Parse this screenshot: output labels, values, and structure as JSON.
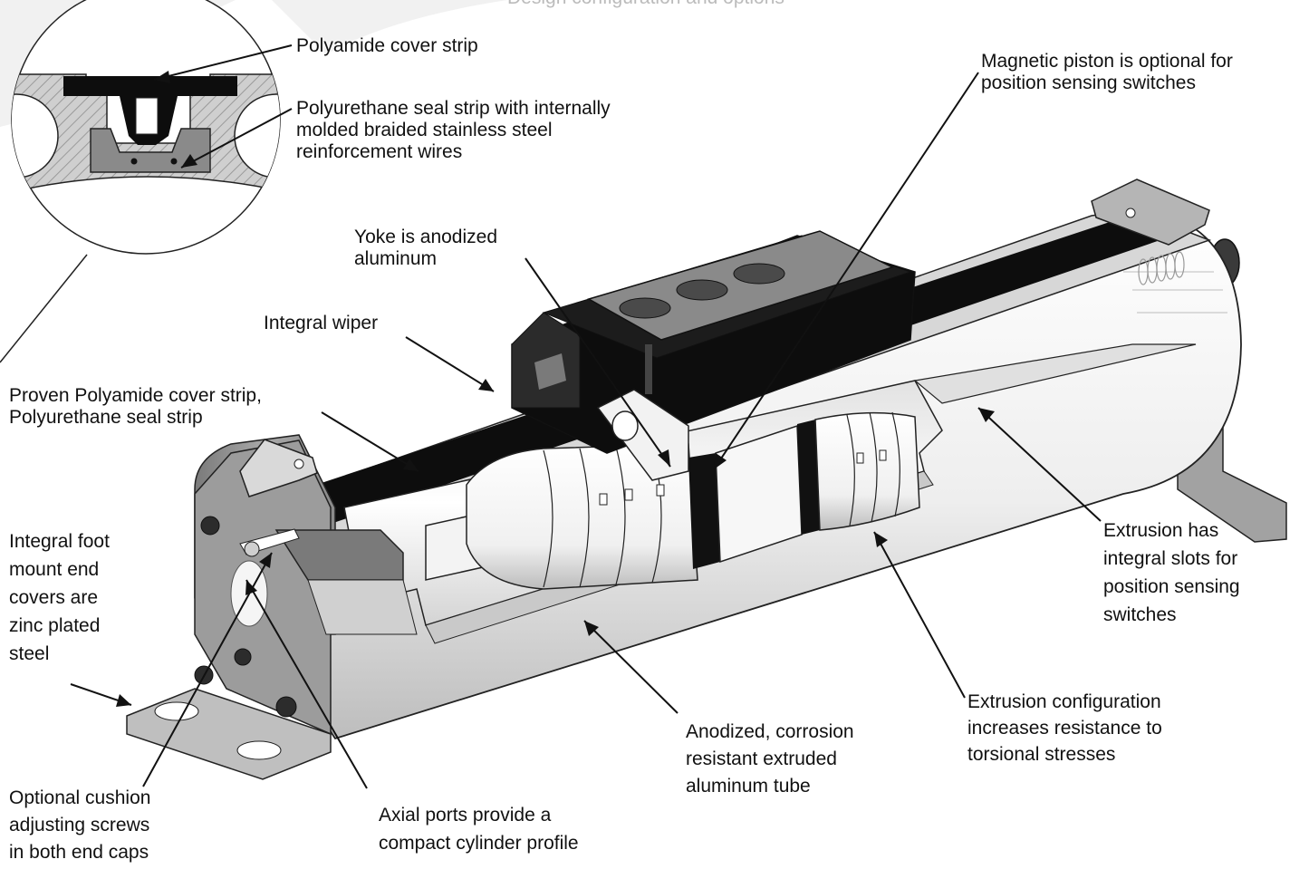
{
  "top_caption": "Design configuration and options",
  "detail_inset": {
    "cover_strip_label": "Polyamide cover strip",
    "seal_strip_label": [
      "Polyurethane seal strip with internally",
      "molded braided stainless steel",
      "reinforcement wires"
    ]
  },
  "callouts": {
    "magnetic_piston": [
      "Magnetic piston is optional for",
      "position sensing switches"
    ],
    "yoke": [
      "Yoke is anodized",
      "aluminum"
    ],
    "integral_wiper": [
      "Integral wiper"
    ],
    "proven_cover_strip": [
      "Proven Polyamide cover strip,",
      "Polyurethane seal strip"
    ],
    "foot_mount": [
      "Integral foot",
      "mount end",
      "covers are",
      "zinc plated",
      "steel"
    ],
    "extrusion_slots": [
      "Extrusion has",
      "integral slots for",
      "position sensing",
      "switches"
    ],
    "extrusion_config": [
      "Extrusion configuration",
      "increases resistance to",
      "torsional stresses"
    ],
    "tube": [
      "Anodized, corrosion",
      "resistant extruded",
      "aluminum tube"
    ],
    "axial_ports": [
      "Axial ports provide a",
      "compact cylinder profile"
    ],
    "cushion_screws": [
      "Optional cushion",
      "adjusting screws",
      "in both end caps"
    ]
  },
  "colors": {
    "ink": "#111111",
    "strip": "#0d0d0d",
    "body_light": "#f4f4f4",
    "body_shadow": "#c9c9c9",
    "metal_dark": "#8f8f8f",
    "hatch": "#b5b5b5"
  }
}
